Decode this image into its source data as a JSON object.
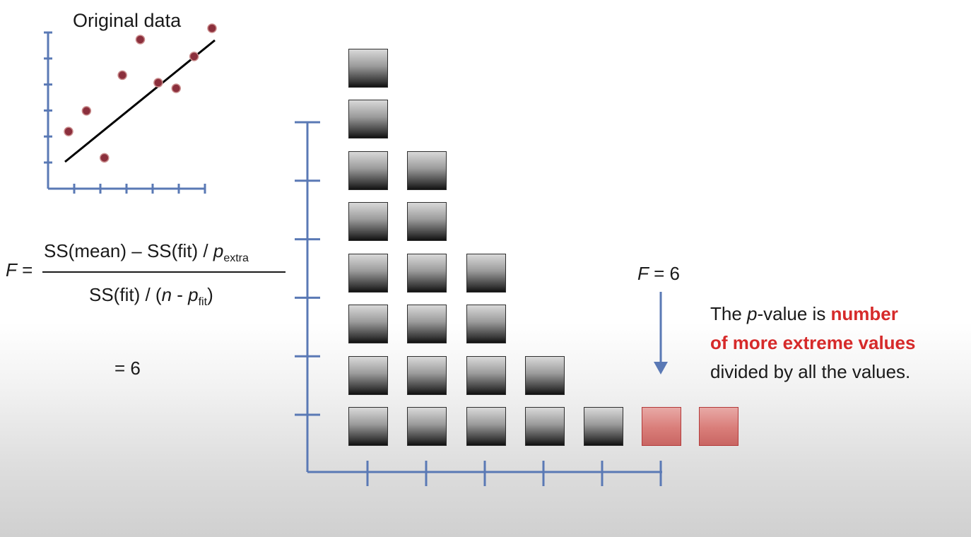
{
  "scatter": {
    "title": "Original data",
    "points": [
      [
        1,
        1.5
      ],
      [
        2,
        2.6
      ],
      [
        3,
        0.1
      ],
      [
        4,
        4.5
      ],
      [
        5,
        6.4
      ],
      [
        6,
        4.1
      ],
      [
        7,
        3.8
      ],
      [
        8,
        5.5
      ],
      [
        9,
        7
      ]
    ],
    "fit_line": {
      "from": [
        1,
        0
      ],
      "to": [
        9,
        6
      ]
    },
    "point_color": "#8b2f3c",
    "axis_color": "#5a79b5"
  },
  "formula": {
    "lhs_var": "F",
    "lhs_eq": " =",
    "num_part1": "SS(mean) – SS(fit) / ",
    "num_var": "p",
    "num_sub": "extra",
    "den_part1": "SS(fit) / (",
    "den_var_n": "n",
    "den_mid": " - ",
    "den_var_p": "p",
    "den_sub": "fit",
    "den_close": ")",
    "result": "= 6"
  },
  "histogram": {
    "column_counts": [
      8,
      6,
      4,
      2,
      1,
      1,
      1
    ],
    "highlighted_columns": [
      5,
      6
    ],
    "box_color": "#1a1a1a",
    "highlight_color": "#d97d79",
    "axis_color": "#5a79b5"
  },
  "marker": {
    "var": "F",
    "rest": " = 6",
    "arrow_color": "#5a79b5"
  },
  "note": {
    "part1": "The ",
    "p_var": "p",
    "part2": "-value is ",
    "highlight_line1": "number",
    "highlight_line2": "of more extreme values",
    "line3": "divided by all the values.",
    "highlight_color": "#d62a2a"
  }
}
